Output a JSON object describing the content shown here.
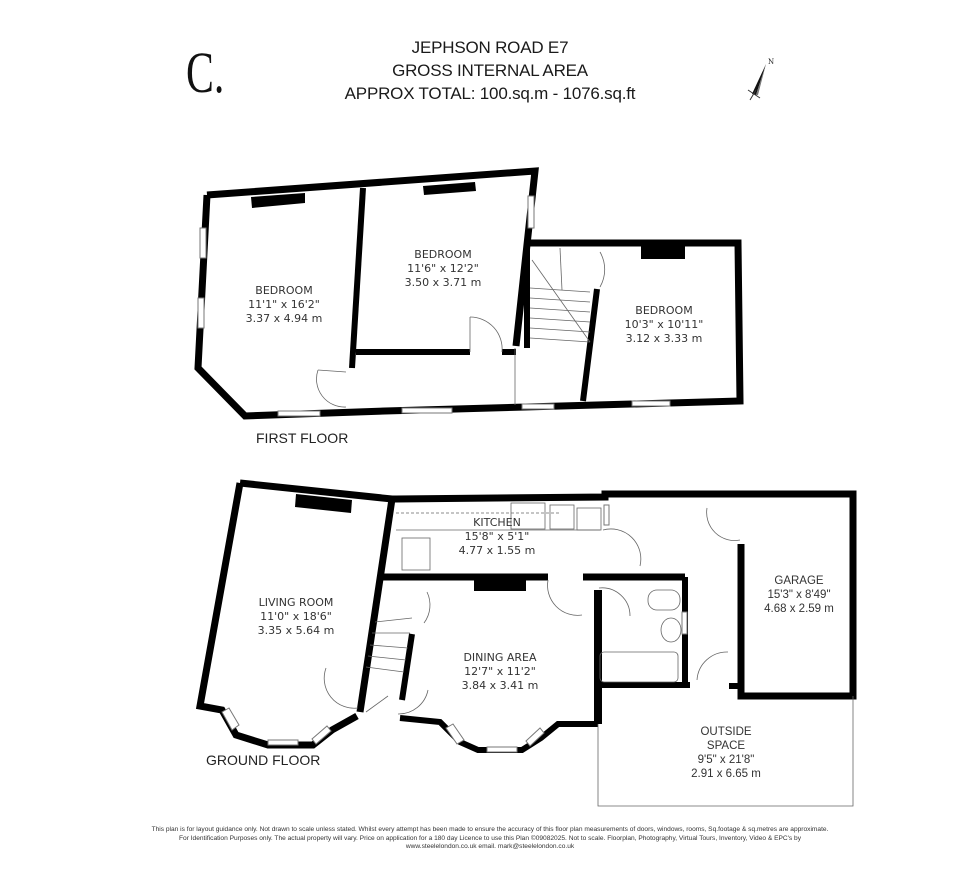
{
  "header": {
    "logo_glyph": "C.",
    "title_line1": "JEPHSON ROAD E7",
    "title_line2": "GROSS INTERNAL AREA",
    "title_line3": "APPROX TOTAL: 100.sq.m - 1076.sq.ft",
    "compass_label": "N"
  },
  "first_floor": {
    "label": "FIRST FLOOR",
    "rooms": [
      {
        "name": "BEDROOM",
        "imperial": "11'1\" x 16'2\"",
        "metric": "3.37 x 4.94 m"
      },
      {
        "name": "BEDROOM",
        "imperial": "11'6\" x 12'2\"",
        "metric": "3.50 x 3.71 m"
      },
      {
        "name": "BEDROOM",
        "imperial": "10'3\" x 10'11\"",
        "metric": "3.12 x 3.33 m"
      }
    ]
  },
  "ground_floor": {
    "label": "GROUND FLOOR",
    "rooms": [
      {
        "name": "LIVING ROOM",
        "imperial": "11'0\" x 18'6\"",
        "metric": "3.35 x 5.64 m"
      },
      {
        "name": "KITCHEN",
        "imperial": "15'8\" x 5'1\"",
        "metric": "4.77 x 1.55 m"
      },
      {
        "name": "DINING AREA",
        "imperial": "12'7\" x 11'2\"",
        "metric": "3.84 x 3.41 m"
      },
      {
        "name": "GARAGE",
        "imperial": "15'3\" x 8'49\"",
        "metric": "4.68 x 2.59 m"
      },
      {
        "name_line1": "OUTSIDE",
        "name_line2": "SPACE",
        "imperial": "9'5\" x 21'8\"",
        "metric": "2.91 x 6.65 m"
      }
    ]
  },
  "footer": {
    "line1": "This plan is for layout guidance only. Not drawn to scale unless stated. Whilst every attempt has been made to ensure the accuracy of this floor plan measurements of doors, windows, rooms, Sq.footage & sq.metres are approximate.",
    "line2": "For Identification Purposes only. The actual property will vary. Price on application for a 180 day Licence to use this Plan ©09082025. Not to scale. Floorplan, Photography, Virtual Tours, Inventory, Video & EPC's by",
    "line3": "www.steelelondon.co.uk  email. mark@steelelondon.co.uk"
  },
  "colors": {
    "wall": "#000000",
    "thin_line": "#555555",
    "text": "#333333",
    "background": "#ffffff"
  }
}
